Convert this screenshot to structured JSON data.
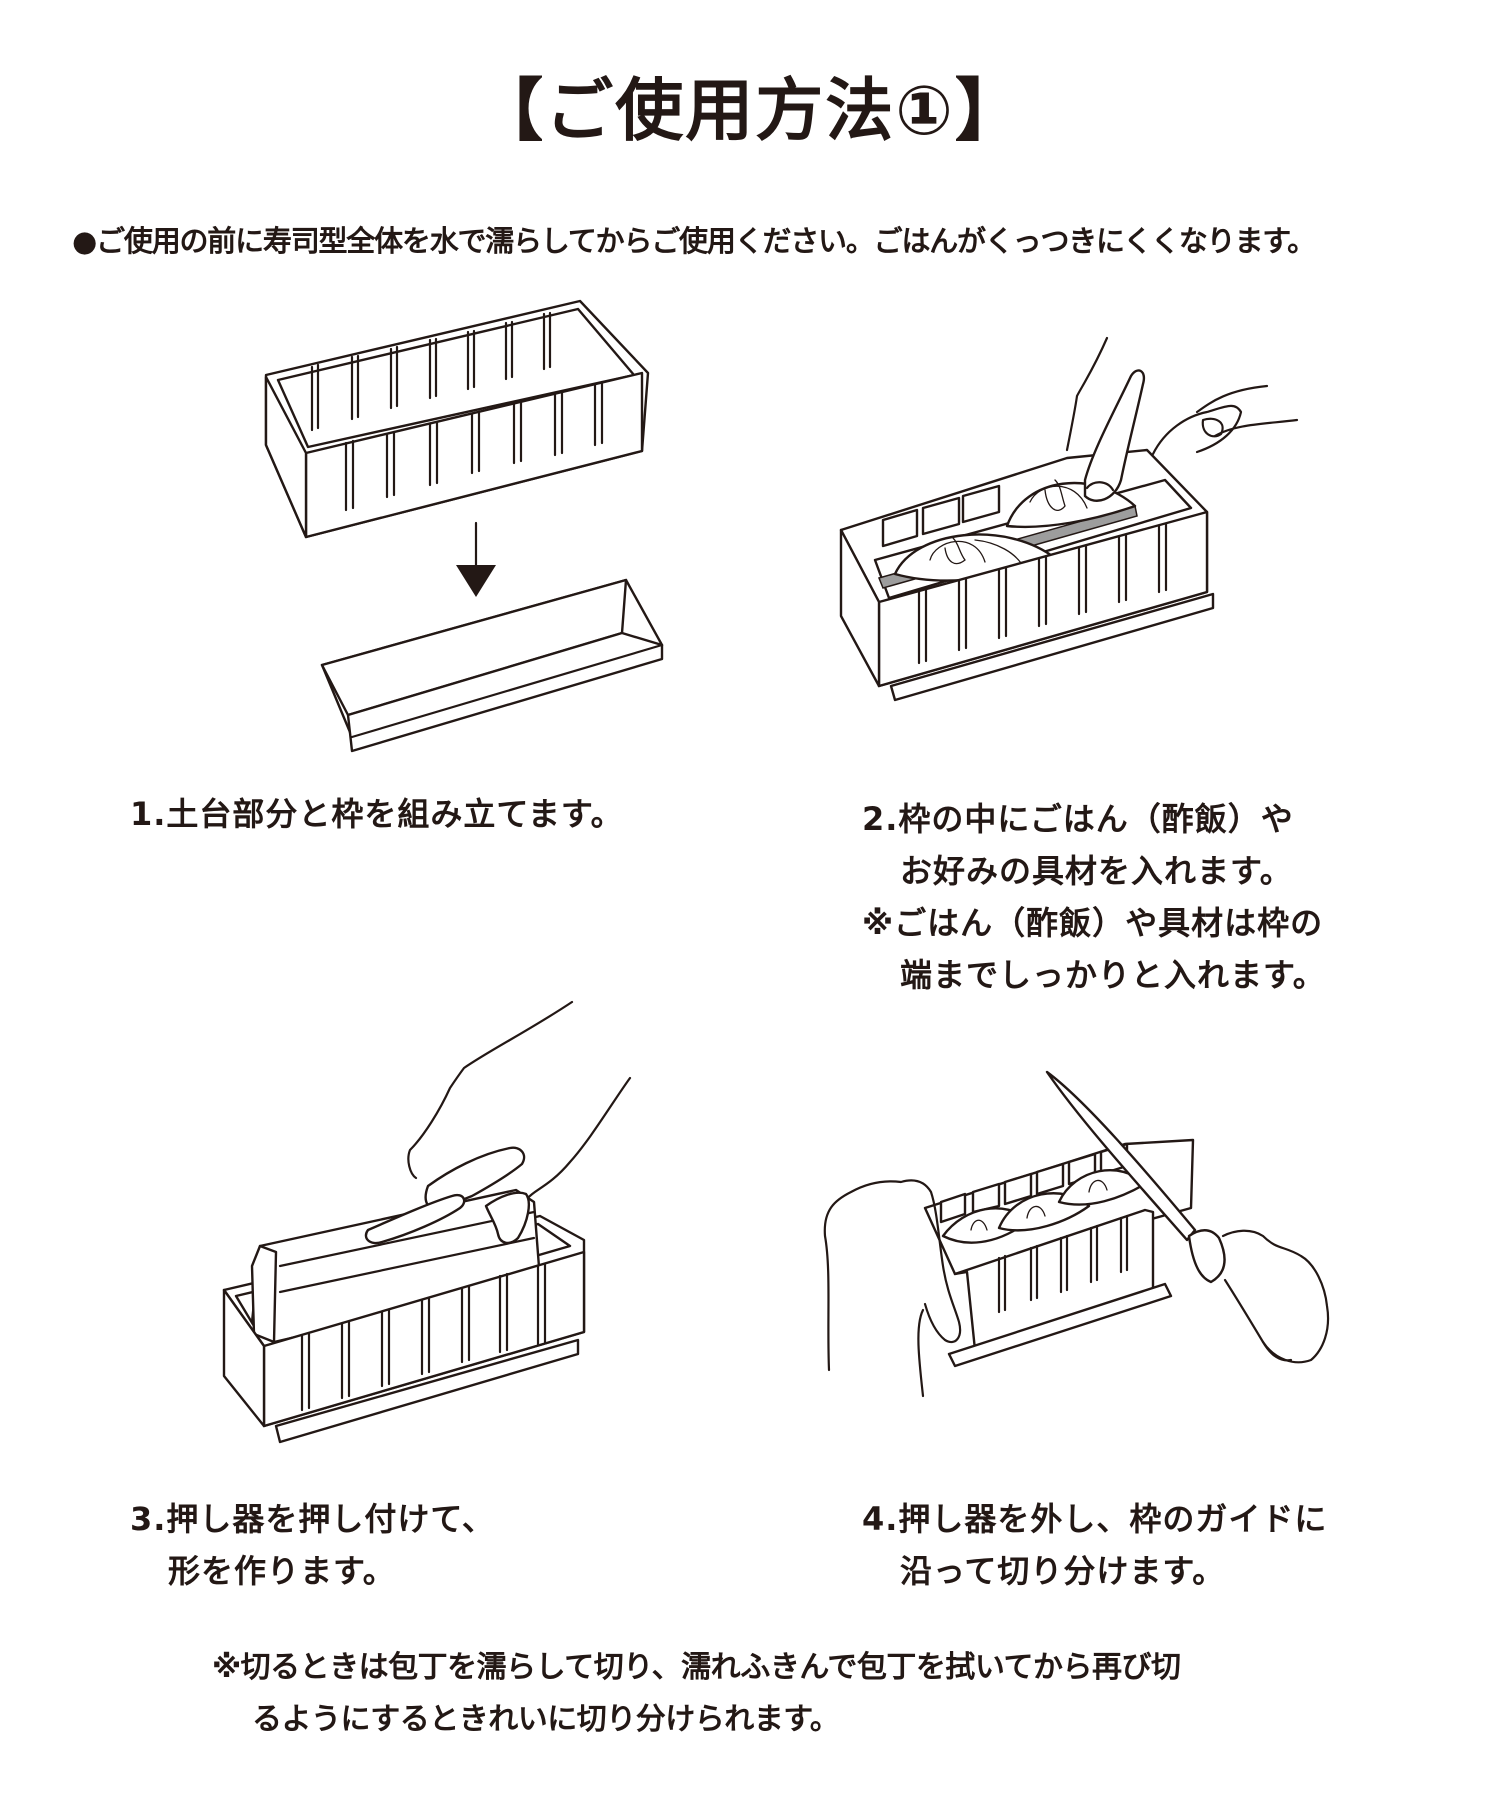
{
  "header": {
    "title": "【ご使用方法①】"
  },
  "intro": {
    "bullet": "●",
    "text": "ご使用の前に寿司型全体を水で濡らしてからご使用ください。ごはんがくっつきにくくなります。"
  },
  "steps": [
    {
      "number": "1.",
      "lines": [
        "土台部分と枠を組み立てます。"
      ],
      "illustration": "frame-above-base-with-down-arrow"
    },
    {
      "number": "2.",
      "lines": [
        "枠の中にごはん（酢飯）や",
        "お好みの具材を入れます。"
      ],
      "note_mark": "※",
      "note_lines": [
        "ごはん（酢飯）や具材は枠の",
        "端までしっかりと入れます。"
      ],
      "illustration": "hands-placing-fish-into-mold"
    },
    {
      "number": "3.",
      "lines": [
        "押し器を押し付けて、",
        "形を作ります。"
      ],
      "illustration": "hand-pressing-lid-into-mold"
    },
    {
      "number": "4.",
      "lines": [
        "押し器を外し、枠のガイドに",
        "沿って切り分けます。"
      ],
      "illustration": "knife-cutting-along-guides"
    }
  ],
  "footer": {
    "mark": "※",
    "lines": [
      "切るときは包丁を濡らして切り、濡れふきんで包丁を拭いてから再び切",
      "るようにするときれいに切り分けられます。"
    ]
  },
  "colors": {
    "ink": "#231815",
    "background": "#ffffff",
    "rice_shade": "#9d9d9d"
  }
}
